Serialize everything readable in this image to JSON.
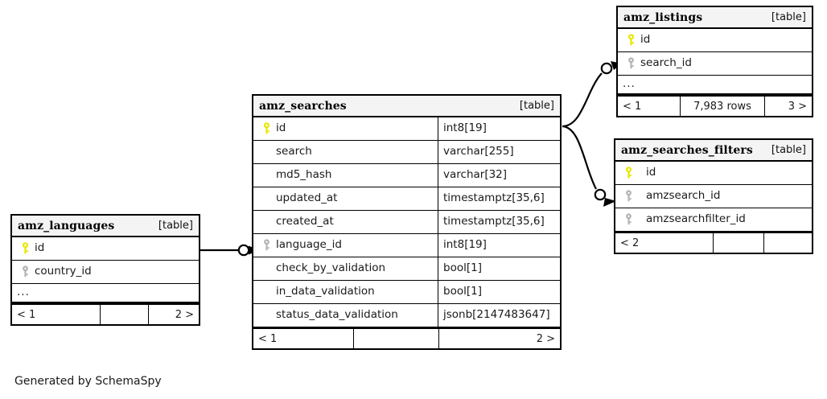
{
  "diagram": {
    "caption": "Generated by SchemaSpy",
    "kind_label": "[table]",
    "ellipsis": "...",
    "colors": {
      "primary_key_icon": "#e8e80d",
      "foreign_key_icon": "#b3b3b3",
      "border": "#000000",
      "header_background": "#f4f4f4",
      "page_background": "#ffffff"
    }
  },
  "tables": {
    "amz_searches": {
      "name": "amz_searches",
      "kind": "[table]",
      "columns": [
        {
          "name": "id",
          "type": "int8[19]",
          "key": "primary"
        },
        {
          "name": "search",
          "type": "varchar[255]",
          "key": "none"
        },
        {
          "name": "md5_hash",
          "type": "varchar[32]",
          "key": "none"
        },
        {
          "name": "updated_at",
          "type": "timestamptz[35,6]",
          "key": "none"
        },
        {
          "name": "created_at",
          "type": "timestamptz[35,6]",
          "key": "none"
        },
        {
          "name": "language_id",
          "type": "int8[19]",
          "key": "foreign"
        },
        {
          "name": "check_by_validation",
          "type": "bool[1]",
          "key": "none"
        },
        {
          "name": "in_data_validation",
          "type": "bool[1]",
          "key": "none"
        },
        {
          "name": "status_data_validation",
          "type": "jsonb[2147483647]",
          "key": "none"
        }
      ],
      "footer": {
        "left": "< 1",
        "center": "",
        "right": "2 >"
      }
    },
    "amz_languages": {
      "name": "amz_languages",
      "kind": "[table]",
      "columns": [
        {
          "name": "id",
          "type": "",
          "key": "primary"
        },
        {
          "name": "country_id",
          "type": "",
          "key": "foreign"
        }
      ],
      "ellipsis": "...",
      "footer": {
        "left": "< 1",
        "center": "",
        "right": "2 >"
      }
    },
    "amz_listings": {
      "name": "amz_listings",
      "kind": "[table]",
      "columns": [
        {
          "name": "id",
          "type": "",
          "key": "primary"
        },
        {
          "name": "search_id",
          "type": "",
          "key": "foreign"
        }
      ],
      "ellipsis": "...",
      "footer": {
        "left": "< 1",
        "center": "7,983 rows",
        "right": "3 >"
      }
    },
    "amz_searches_filters": {
      "name": "amz_searches_filters",
      "kind": "[table]",
      "columns": [
        {
          "name": "id",
          "type": "",
          "key": "primary"
        },
        {
          "name": "amzsearch_id",
          "type": "",
          "key": "foreign"
        },
        {
          "name": "amzsearchfilter_id",
          "type": "",
          "key": "foreign"
        }
      ],
      "footer": {
        "left": "< 2",
        "center": "",
        "right": ""
      }
    }
  },
  "relationships": [
    {
      "from": "amz_languages.id",
      "to": "amz_searches.language_id"
    },
    {
      "from": "amz_searches.id",
      "to": "amz_listings.search_id"
    },
    {
      "from": "amz_searches.id",
      "to": "amz_searches_filters.amzsearch_id"
    }
  ]
}
